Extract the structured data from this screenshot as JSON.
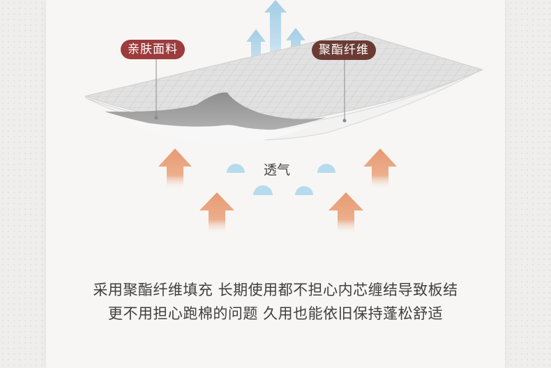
{
  "labels": {
    "skin_fabric": "亲肤面料",
    "polyester_fiber": "聚酯纤维",
    "breathable": "透气"
  },
  "caption": {
    "line1": "采用聚酯纤维填充 长期使用都不担心内芯缠结导致板结",
    "line2": "更不用担心跑棉的问题 久用也能依旧保持蓬松舒适"
  },
  "colors": {
    "skin_fabric_pill": "#9c3c3c",
    "polyester_pill": "#6b3b33",
    "warm_arrow": "#e79a72",
    "cool_arrow": "#a9d0e6",
    "panel": "#f7f6f4"
  }
}
